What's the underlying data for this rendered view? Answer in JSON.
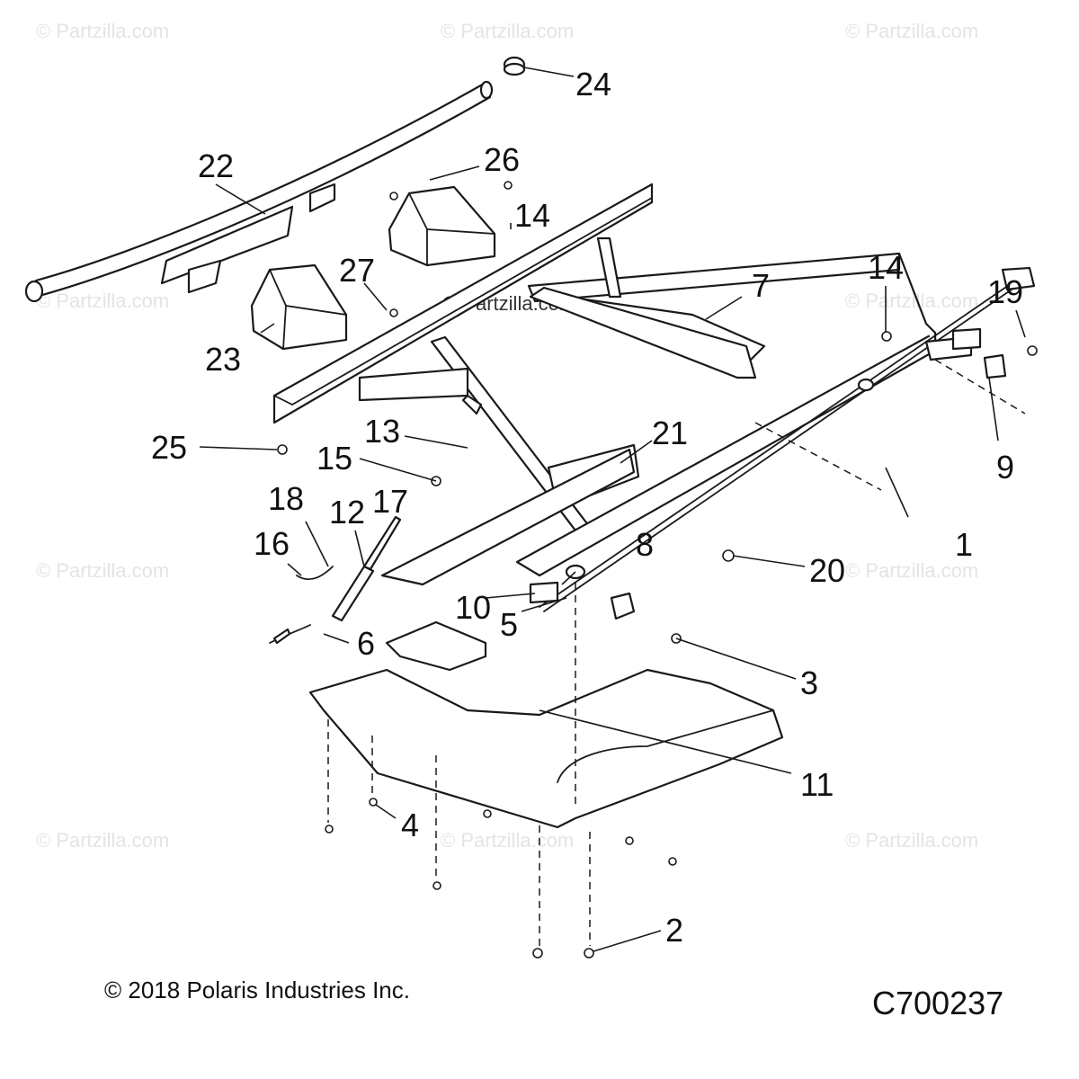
{
  "watermark": "© Partzilla.com",
  "copyright": "© 2018 Polaris Industries Inc.",
  "figure_code": "C700237",
  "callouts": {
    "c1": "1",
    "c2": "2",
    "c3": "3",
    "c4": "4",
    "c5": "5",
    "c6": "6",
    "c7": "7",
    "c8": "8",
    "c9": "9",
    "c10": "10",
    "c11": "11",
    "c12": "12",
    "c13": "13",
    "c14a": "14",
    "c14b": "14",
    "c15": "15",
    "c16": "16",
    "c17": "17",
    "c18": "18",
    "c19": "19",
    "c20": "20",
    "c21": "21",
    "c22": "22",
    "c23": "23",
    "c24": "24",
    "c25": "25",
    "c26": "26",
    "c27": "27"
  }
}
